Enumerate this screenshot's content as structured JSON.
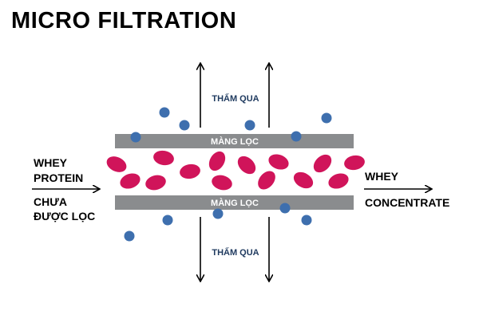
{
  "title": "MICRO FILTRATION",
  "labels": {
    "permeate_top": "THẤM QUA",
    "permeate_bottom": "THẤM QUA",
    "membrane_top": "MÀNG LỌC",
    "membrane_bottom": "MÀNG LỌC",
    "feed_line1": "WHEY",
    "feed_line2": "PROTEIN",
    "feed_line3": "CHƯA",
    "feed_line4": "ĐƯỢC LỌC",
    "output_line1": "WHEY",
    "output_line2": "CONCENTRATE"
  },
  "colors": {
    "membrane": "#8a8c8e",
    "membrane_text": "#ffffff",
    "protein": "#d0145a",
    "small_particle": "#3e6fae",
    "permeate_text": "#1f3a5f",
    "arrow": "#000000"
  }
}
